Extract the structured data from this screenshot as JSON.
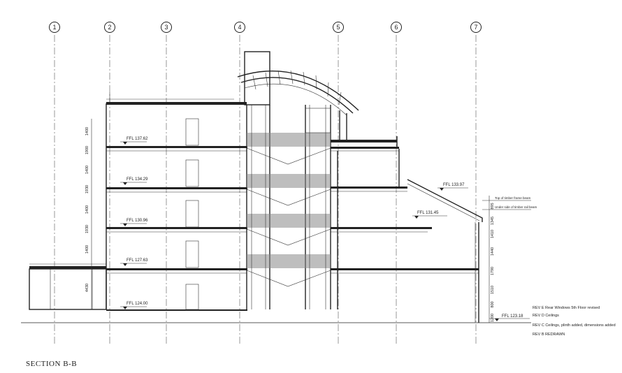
{
  "grid_lines": [
    "1",
    "2",
    "3",
    "4",
    "5",
    "6",
    "7"
  ],
  "levels": [
    {
      "label": "FFL 137.62"
    },
    {
      "label": "FFL 134.29"
    },
    {
      "label": "FFL 130.96"
    },
    {
      "label": "FFL 127.63"
    },
    {
      "label": "FFL 124.00"
    }
  ],
  "right_levels": [
    {
      "label": "FFL 133.97"
    },
    {
      "label": "FFL 131.45"
    },
    {
      "label": "FFL 123.18"
    }
  ],
  "notes": [
    "Top of timber frame beam",
    "Under side of timber rail beam"
  ],
  "left_dims": [
    "1400",
    "1900",
    "1400",
    "1930",
    "1400",
    "1930",
    "1400",
    "4430"
  ],
  "right_dims": [
    "895",
    "1345",
    "1410",
    "1440",
    "1790",
    "1510",
    "800",
    "1200"
  ],
  "revisions": [
    "REV E Rear Windows 5th Floor revised",
    "REV D Ceilings",
    "REV C Ceilings, plinth added, dimensions added",
    "REV B REDRAWN"
  ],
  "title": "SECTION B-B"
}
